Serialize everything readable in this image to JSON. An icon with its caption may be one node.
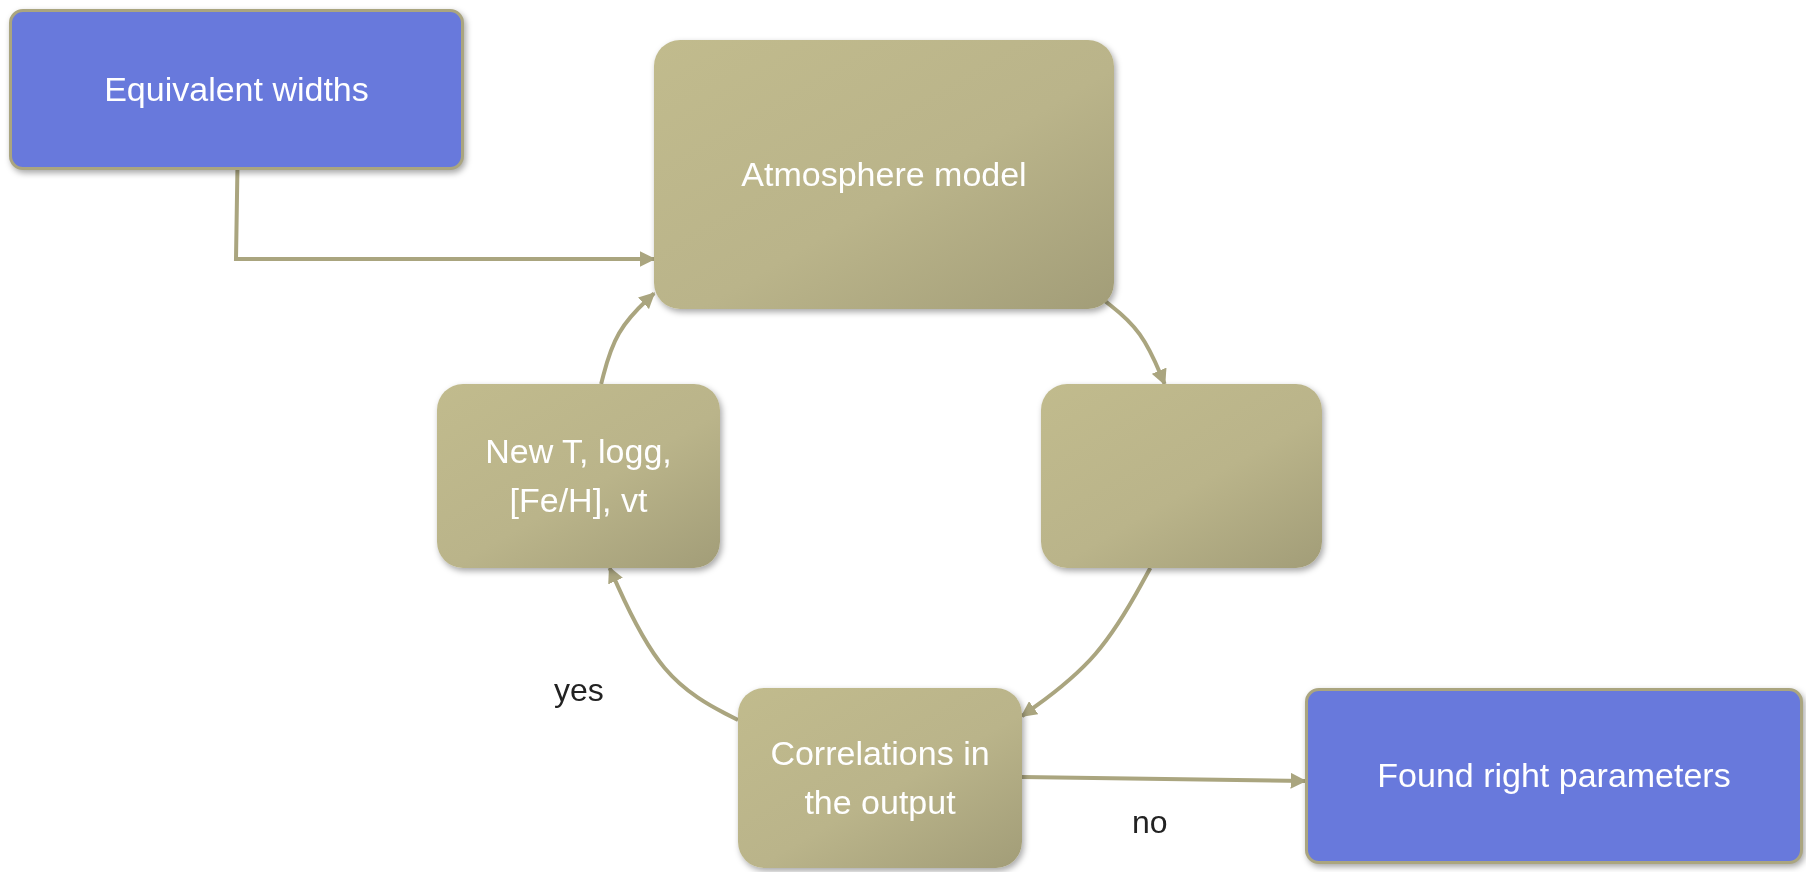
{
  "diagram": {
    "nodes": [
      {
        "text": [
          "Equivalent widths"
        ]
      },
      {
        "text": [
          "Atmosphere model"
        ]
      },
      {
        "text": [
          "New T, logg, [Fe/H], vt"
        ]
      },
      {
        "text": [],
        "shape": "box"
      },
      {
        "text": [
          "Correlations in the output"
        ]
      },
      {
        "text": [
          "Found right parameters"
        ]
      }
    ],
    "edges": [
      {
        "from": 0,
        "to": 1,
        "arrow": "to"
      },
      {
        "from": 1,
        "to": 3,
        "arrow": "to"
      },
      {
        "from": 3,
        "to": 4,
        "arrow": "to"
      },
      {
        "from": 4,
        "to": 2,
        "arrow": "to",
        "label": "yes"
      },
      {
        "from": 2,
        "to": 1,
        "arrow": "to"
      },
      {
        "from": 4,
        "to": 5,
        "arrow": "to",
        "label": "no"
      }
    ]
  }
}
